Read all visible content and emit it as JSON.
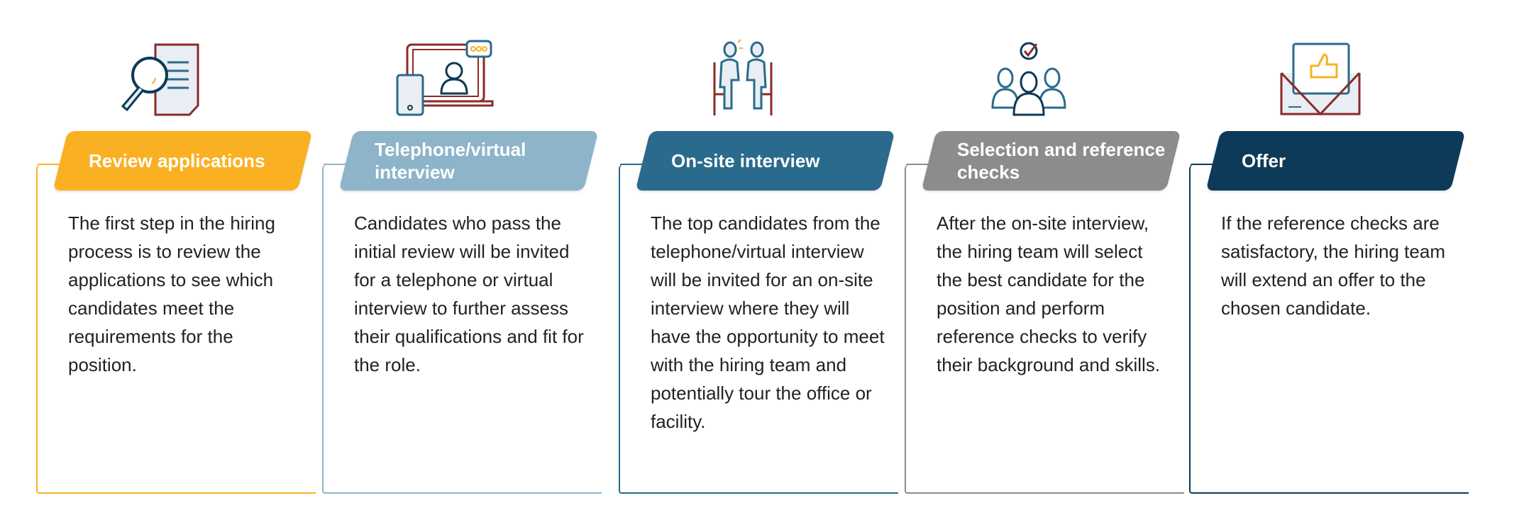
{
  "steps": [
    {
      "title": "Review applications",
      "icon": "magnifier-document-icon",
      "color": "#f9b123",
      "text": "The first step in the hiring process is to review the applications to see which candidates meet the requirements for the position."
    },
    {
      "title": "Telephone/virtual interview",
      "icon": "video-call-icon",
      "color": "#8db4c9",
      "text": "Candidates who pass the initial review will be invited for a telephone or virtual interview to further assess their qualifications and fit for the role."
    },
    {
      "title": "On-site interview",
      "icon": "interview-people-icon",
      "color": "#2a6a8c",
      "text": "The top candidates from the telephone/virtual interview will be invited for an on-site interview where they will have the opportunity to meet with the hiring team and potentially tour the office or facility."
    },
    {
      "title": "Selection and reference checks",
      "icon": "selected-candidate-icon",
      "color": "#8c8c8c",
      "text": "After the on-site interview, the hiring team will select the best candidate for the position and perform reference checks to verify their background and skills."
    },
    {
      "title": "Offer",
      "icon": "offer-envelope-icon",
      "color": "#0d3a58",
      "text": "If the reference checks are satisfactory, the hiring team will extend an offer to the chosen candidate."
    }
  ]
}
